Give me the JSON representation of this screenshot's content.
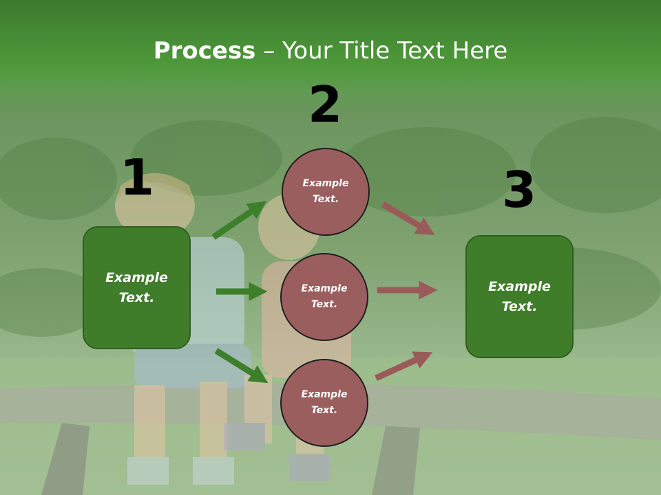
{
  "slide": {
    "title_bold": "Process",
    "title_rest": " – Your Title Text Here",
    "numbers": [
      "1",
      "2",
      "3"
    ],
    "left_box": "Example\nText.",
    "right_box": "Example\nText.",
    "circles": [
      "Example\nText.",
      "Example\nText.",
      "Example\nText."
    ]
  },
  "colors": {
    "green_box": "#3f7d2b",
    "green_arrow": "#3d7f2a",
    "circle_fill": "#9b5e5e",
    "red_arrow": "#9a5a5a",
    "title_band": "#4a8f36"
  },
  "background": {
    "description_icon": "photo-of-two-children-on-bench"
  }
}
